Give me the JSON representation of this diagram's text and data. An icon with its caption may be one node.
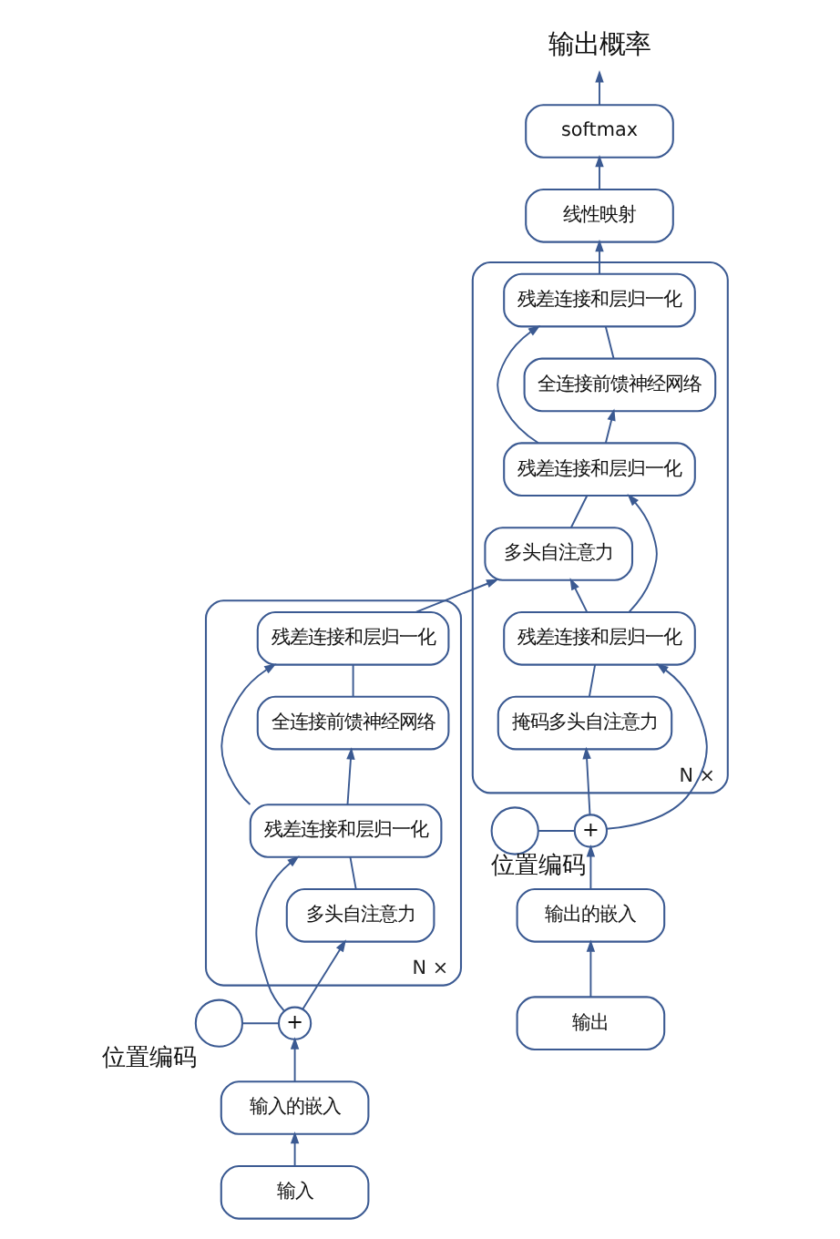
{
  "diagram": {
    "nodes": [
      {
        "text": [
          "输出概率"
        ]
      },
      {
        "text": [
          "softmax"
        ]
      },
      {
        "text": [
          "线性映射"
        ]
      },
      {
        "text": [],
        "shape": "box",
        "beside": [
          "N ×"
        ]
      },
      {
        "text": [
          "残差连接和层归一化"
        ],
        "in": 3
      },
      {
        "text": [
          "全连接前馈神经网络"
        ],
        "in": 3
      },
      {
        "text": [
          "残差连接和层归一化"
        ],
        "in": 3
      },
      {
        "text": [
          "多头自注意力"
        ],
        "in": 3
      },
      {
        "text": [
          "残差连接和层归一化"
        ],
        "in": 3
      },
      {
        "text": [
          "掩码多头自注意力"
        ],
        "in": 3
      },
      {
        "text": [],
        "shape": "box",
        "beside": [
          "N ×"
        ]
      },
      {
        "text": [
          "残差连接和层归一化"
        ],
        "in": 10
      },
      {
        "text": [
          "全连接前馈神经网络"
        ],
        "in": 10
      },
      {
        "text": [
          "残差连接和层归一化"
        ],
        "in": 10
      },
      {
        "text": [
          "多头自注意力"
        ],
        "in": 10
      },
      {
        "text": [],
        "shape": "circle",
        "beside": [
          "位置编码"
        ]
      },
      {
        "text": [
          "+"
        ]
      },
      {
        "text": [
          "输入的嵌入"
        ]
      },
      {
        "text": [
          "输入"
        ]
      },
      {
        "text": [
          "+"
        ]
      },
      {
        "text": [],
        "shape": "circle",
        "beside": [
          "位置编码"
        ]
      },
      {
        "text": [
          "输出的嵌入"
        ]
      },
      {
        "text": [
          "输出"
        ]
      }
    ],
    "edges": [
      {
        "from": 18,
        "to": 17,
        "arrow": "to"
      },
      {
        "from": 17,
        "to": 16,
        "arrow": "to"
      },
      {
        "from": 15,
        "to": 16,
        "arrow": "none"
      },
      {
        "from": 16,
        "to": 14,
        "arrow": "to"
      },
      {
        "from": 16,
        "to": 13,
        "arrow": "to"
      },
      {
        "from": 14,
        "to": 13,
        "arrow": "none"
      },
      {
        "from": 13,
        "to": 12,
        "arrow": "to"
      },
      {
        "from": 13,
        "to": 11,
        "arrow": "to"
      },
      {
        "from": 12,
        "to": 11,
        "arrow": "none"
      },
      {
        "from": 11,
        "to": 7,
        "arrow": "to"
      },
      {
        "from": 22,
        "to": 21,
        "arrow": "to"
      },
      {
        "from": 21,
        "to": 19,
        "arrow": "to"
      },
      {
        "from": 20,
        "to": 19,
        "arrow": "none"
      },
      {
        "from": 19,
        "to": 9,
        "arrow": "to"
      },
      {
        "from": 19,
        "to": 8,
        "arrow": "to"
      },
      {
        "from": 9,
        "to": 8,
        "arrow": "none"
      },
      {
        "from": 8,
        "to": 7,
        "arrow": "to"
      },
      {
        "from": 8,
        "to": 6,
        "arrow": "to"
      },
      {
        "from": 7,
        "to": 6,
        "arrow": "none"
      },
      {
        "from": 6,
        "to": 5,
        "arrow": "to"
      },
      {
        "from": 6,
        "to": 4,
        "arrow": "to"
      },
      {
        "from": 5,
        "to": 4,
        "arrow": "none"
      },
      {
        "from": 4,
        "to": 2,
        "arrow": "to"
      },
      {
        "from": 2,
        "to": 1,
        "arrow": "to"
      },
      {
        "from": 1,
        "to": 0,
        "arrow": "to"
      }
    ]
  }
}
